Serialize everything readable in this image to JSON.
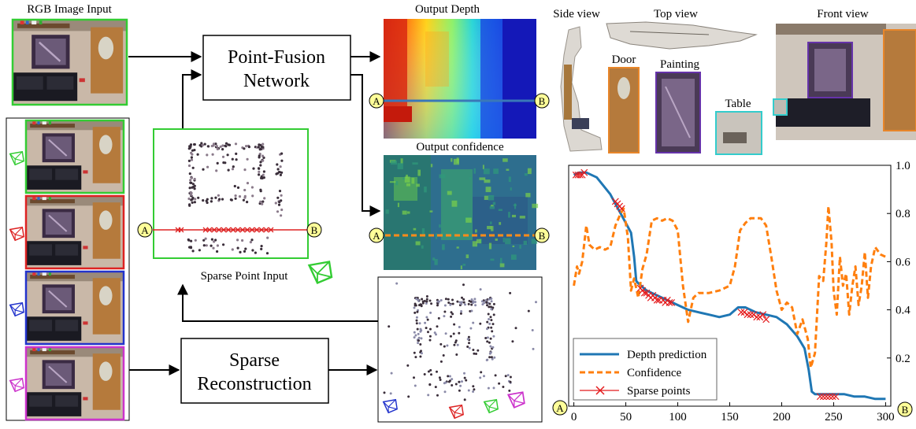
{
  "labels": {
    "rgb_input": "RGB Image Input",
    "pointfusion_line1": "Point-Fusion",
    "pointfusion_line2": "Network",
    "output_depth": "Output Depth",
    "output_confidence": "Output confidence",
    "side_view": "Side view",
    "top_view": "Top view",
    "front_view": "Front view",
    "door": "Door",
    "painting": "Painting",
    "table": "Table",
    "sparse_point_input": "Sparse Point Input",
    "sparse_line1": "Sparse",
    "sparse_line2": "Reconstruction",
    "marker_a": "A",
    "marker_b": "B"
  },
  "colors": {
    "green_frame": "#33cc33",
    "red_frame": "#dd2222",
    "blue_frame": "#2233cc",
    "magenta_frame": "#cc33cc",
    "orange_frame": "#e8862a",
    "purple_frame": "#6633aa",
    "cyan_frame": "#33cccc",
    "depth_line": "#1f77b4",
    "confidence_line": "#ff7f0e",
    "sparse_marker": "#e41a1c",
    "marker_fill": "#ffff99"
  },
  "chart_data": {
    "type": "line",
    "xlim": [
      -5,
      305
    ],
    "ylim": [
      0,
      1.0
    ],
    "x_ticks": [
      0,
      50,
      100,
      150,
      200,
      250,
      300
    ],
    "y_ticks": [
      0.2,
      0.4,
      0.6,
      0.8,
      1.0
    ],
    "y_tick_labels": [
      "0.2",
      "0.4",
      "0.6",
      "0.8",
      "1.0"
    ],
    "grid": false,
    "legend_position": "bottom-left",
    "series": [
      {
        "name": "Depth prediction",
        "style": "solid",
        "x": [
          0,
          5,
          12,
          22,
          35,
          45,
          50,
          55,
          58,
          60,
          62,
          70,
          80,
          90,
          100,
          110,
          120,
          130,
          140,
          150,
          158,
          165,
          175,
          185,
          195,
          205,
          215,
          222,
          226,
          229,
          232,
          240,
          250,
          260,
          270,
          280,
          290,
          300
        ],
        "y": [
          0.96,
          0.97,
          0.97,
          0.95,
          0.88,
          0.8,
          0.76,
          0.72,
          0.62,
          0.52,
          0.51,
          0.48,
          0.46,
          0.44,
          0.42,
          0.4,
          0.39,
          0.38,
          0.37,
          0.38,
          0.41,
          0.41,
          0.39,
          0.38,
          0.37,
          0.34,
          0.29,
          0.24,
          0.15,
          0.06,
          0.05,
          0.05,
          0.05,
          0.05,
          0.04,
          0.04,
          0.03,
          0.03
        ]
      },
      {
        "name": "Confidence",
        "style": "dashed",
        "x": [
          0,
          3,
          5,
          8,
          12,
          15,
          20,
          25,
          30,
          35,
          40,
          45,
          48,
          52,
          55,
          58,
          62,
          66,
          70,
          75,
          80,
          85,
          90,
          95,
          100,
          105,
          110,
          115,
          120,
          125,
          130,
          140,
          150,
          155,
          160,
          165,
          170,
          175,
          180,
          185,
          190,
          195,
          200,
          205,
          210,
          215,
          220,
          225,
          228,
          232,
          236,
          240,
          243,
          245,
          248,
          250,
          253,
          256,
          259,
          262,
          265,
          268,
          271,
          274,
          277,
          280,
          283,
          286,
          290,
          295,
          300
        ],
        "y": [
          0.5,
          0.58,
          0.55,
          0.6,
          0.75,
          0.67,
          0.65,
          0.66,
          0.65,
          0.66,
          0.75,
          0.8,
          0.82,
          0.7,
          0.48,
          0.53,
          0.45,
          0.57,
          0.63,
          0.77,
          0.78,
          0.77,
          0.78,
          0.77,
          0.73,
          0.5,
          0.35,
          0.45,
          0.47,
          0.47,
          0.47,
          0.48,
          0.5,
          0.58,
          0.73,
          0.76,
          0.78,
          0.78,
          0.78,
          0.75,
          0.62,
          0.48,
          0.4,
          0.43,
          0.41,
          0.3,
          0.36,
          0.28,
          0.16,
          0.22,
          0.54,
          0.52,
          0.68,
          0.83,
          0.68,
          0.48,
          0.38,
          0.62,
          0.5,
          0.55,
          0.38,
          0.5,
          0.58,
          0.42,
          0.5,
          0.64,
          0.45,
          0.58,
          0.66,
          0.63,
          0.62
        ]
      },
      {
        "name": "Sparse points",
        "style": "markers",
        "x": [
          2,
          4,
          6,
          8,
          10,
          40,
          42,
          44,
          46,
          64,
          66,
          68,
          70,
          72,
          74,
          76,
          78,
          80,
          82,
          86,
          88,
          90,
          92,
          94,
          161,
          164,
          167,
          170,
          173,
          176,
          179,
          182,
          185,
          237,
          240,
          243,
          246,
          249,
          252
        ],
        "y": [
          0.96,
          0.96,
          0.96,
          0.96,
          0.97,
          0.85,
          0.84,
          0.83,
          0.82,
          0.49,
          0.48,
          0.47,
          0.47,
          0.46,
          0.45,
          0.46,
          0.45,
          0.44,
          0.44,
          0.44,
          0.43,
          0.44,
          0.43,
          0.43,
          0.39,
          0.39,
          0.38,
          0.38,
          0.38,
          0.37,
          0.37,
          0.38,
          0.36,
          0.04,
          0.04,
          0.04,
          0.04,
          0.04,
          0.04
        ]
      }
    ]
  }
}
